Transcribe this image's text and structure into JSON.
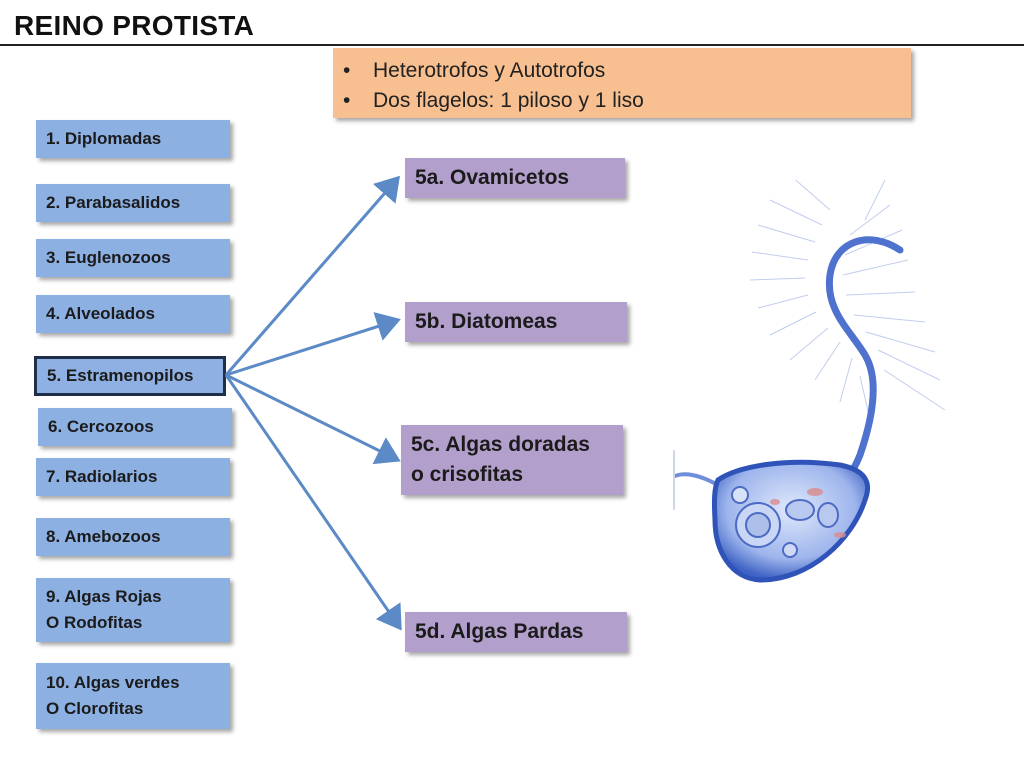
{
  "title": "REINO PROTISTA",
  "info_bullets": [
    "Heterotrofos y Autotrofos",
    "Dos flagelos: 1 piloso y 1 liso"
  ],
  "groups": [
    "1. Diplomadas",
    "2. Parabasalidos",
    "3. Euglenozoos",
    "4. Alveolados",
    "5. Estramenopilos",
    "6. Cercozoos",
    "7. Radiolarios",
    "8. Amebozoos",
    "9. Algas Rojas\nO Rodofitas",
    "10. Algas verdes\nO Clorofitas"
  ],
  "selected_group": "5. Estramenopilos",
  "subgroups": [
    "5a. Ovamicetos",
    "5b. Diatomeas",
    "5c. Algas doradas\no crisofitas",
    "5d. Algas Pardas"
  ],
  "colors": {
    "group_box": "#8db0e3",
    "subgroup_box": "#b39fcc",
    "info_box": "#f8bf90",
    "arrow": "#5b8ac6",
    "organism": "#3f63c4"
  },
  "illustration": "stramenopile-cell-with-two-flagella"
}
